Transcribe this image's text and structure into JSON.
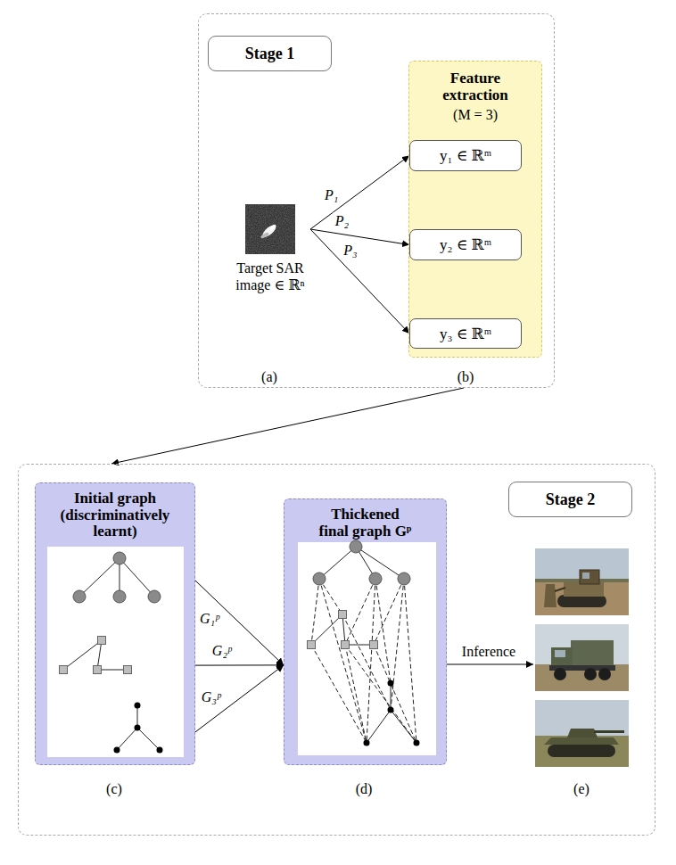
{
  "diagram": {
    "nodes": [
      {
        "text": [
          "Stage 1"
        ]
      },
      {
        "text": [
          "Target SAR image ∈ ℝⁿ"
        ],
        "in": 0
      },
      {
        "text": [
          "Feature extraction",
          "(M = 3)"
        ],
        "in": 0
      },
      {
        "text": [
          "y₁ ∈ ℝᵐ"
        ],
        "in": 2
      },
      {
        "text": [
          "y₂ ∈ ℝᵐ"
        ],
        "in": 2
      },
      {
        "text": [
          "y₃ ∈ ℝᵐ"
        ],
        "in": 2
      },
      {
        "text": [
          "Stage 2"
        ]
      },
      {
        "text": [
          "Initial graph (discriminatively learnt)"
        ],
        "in": 6
      },
      {
        "text": [
          "Thickened final graph Gᵖ"
        ],
        "in": 6
      }
    ],
    "edges": [
      {
        "from": 1,
        "to": 3,
        "label": "P₁",
        "arrow": "to"
      },
      {
        "from": 1,
        "to": 4,
        "label": "P₂",
        "arrow": "to"
      },
      {
        "from": 1,
        "to": 5,
        "label": "P₃",
        "arrow": "to"
      },
      {
        "from": 0,
        "to": 6,
        "arrow": "to"
      },
      {
        "from": 7,
        "to": 8,
        "label": "G₁ᵖ",
        "arrow": "to"
      },
      {
        "from": 7,
        "to": 8,
        "label": "G₂ᵖ",
        "arrow": "to"
      },
      {
        "from": 7,
        "to": 8,
        "label": "G₃ᵖ",
        "arrow": "to"
      }
    ],
    "labels": [
      "(a)",
      "(b)",
      "(c)",
      "(d)",
      "(e)",
      "Inference"
    ]
  }
}
